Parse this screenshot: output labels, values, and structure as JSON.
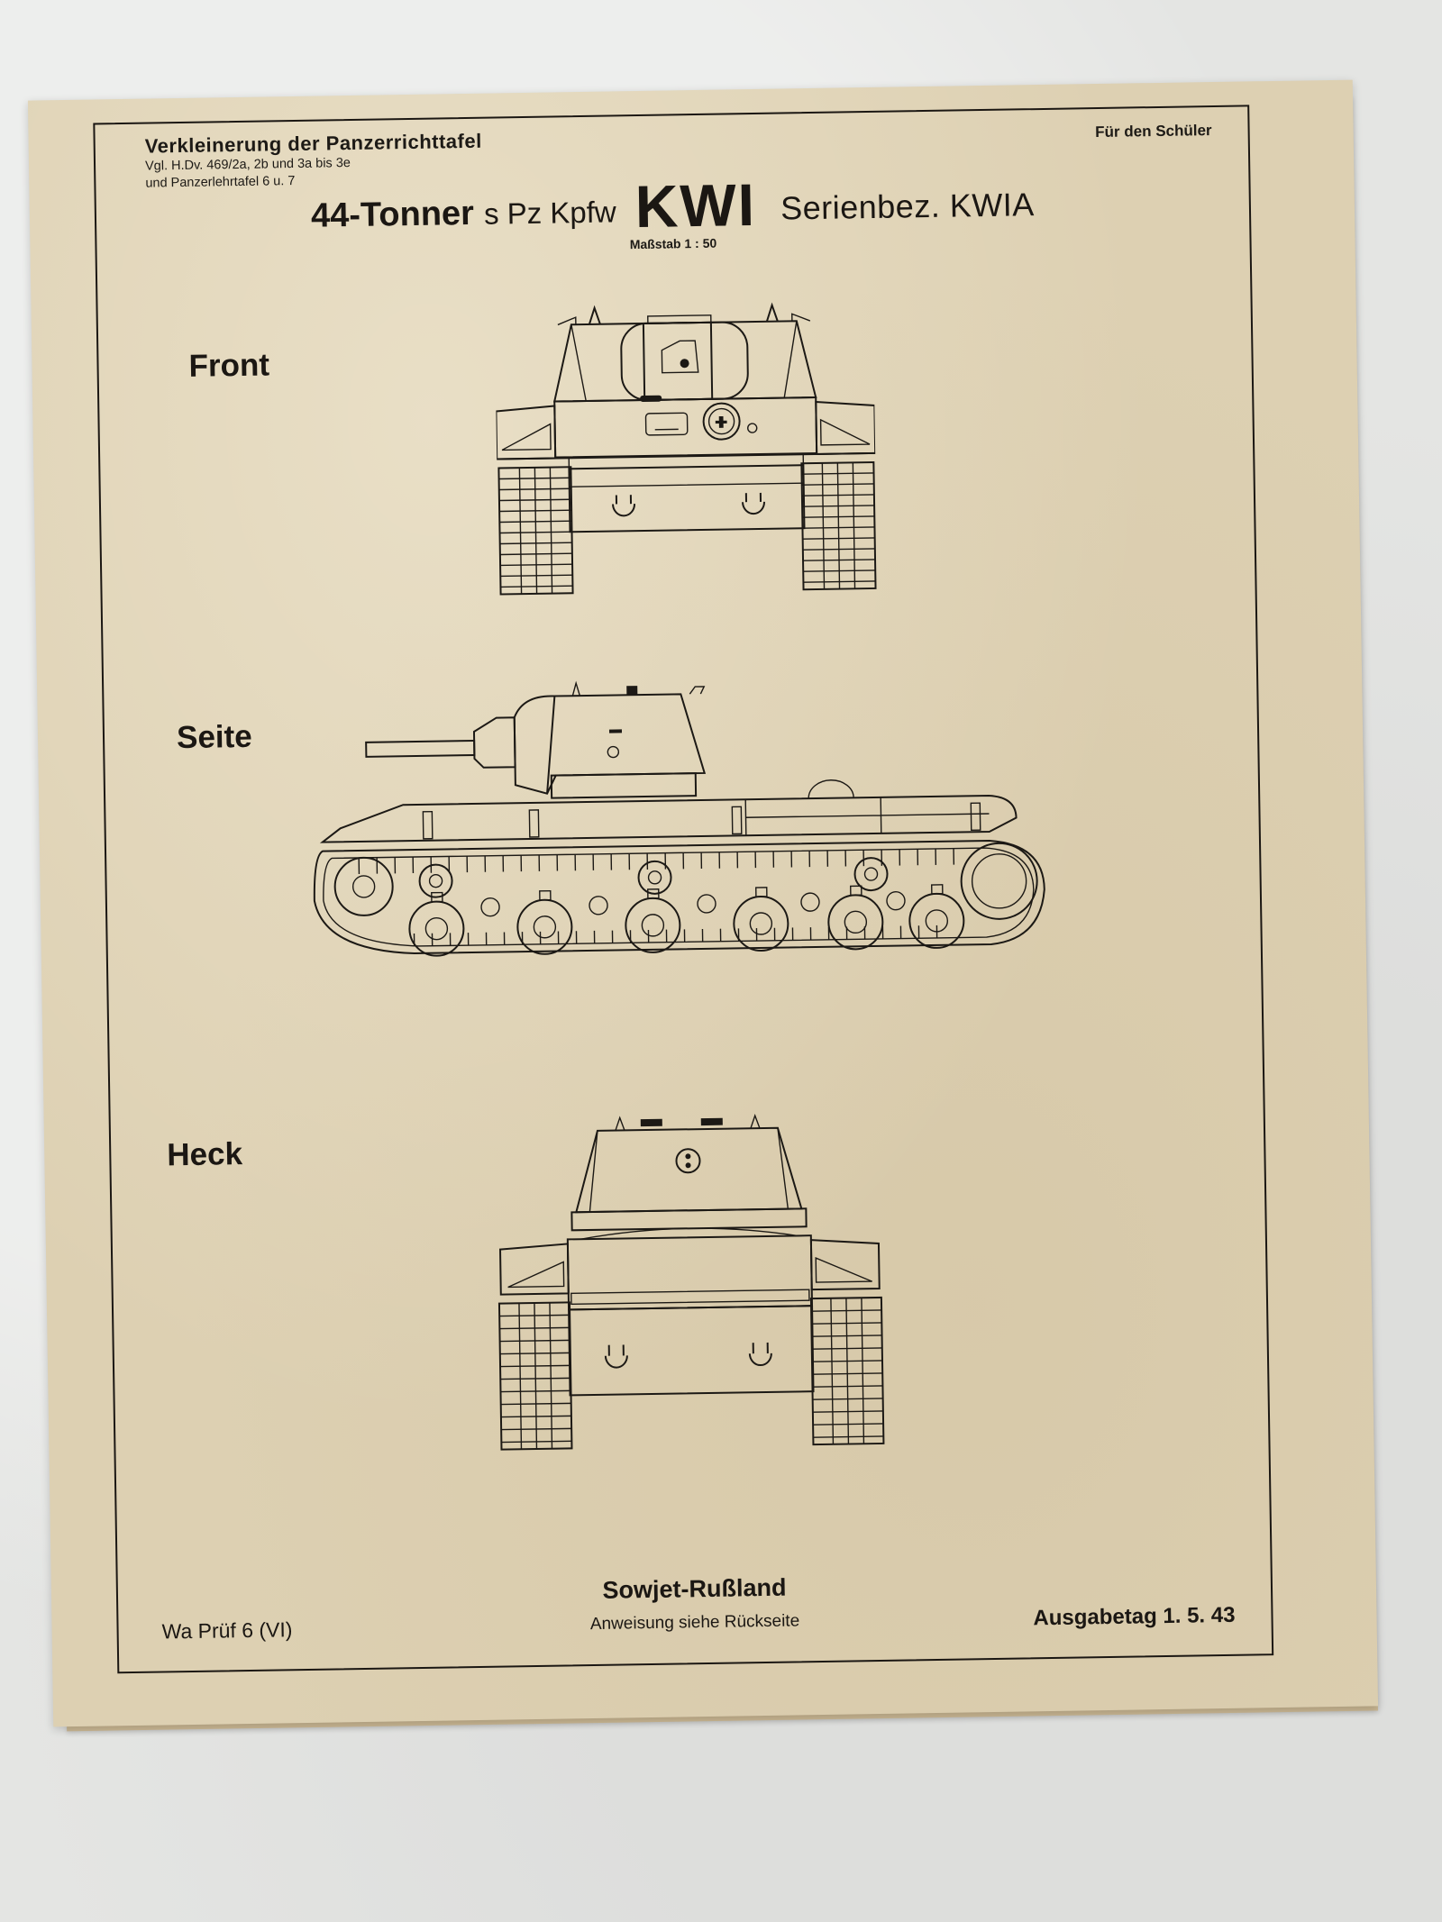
{
  "header": {
    "title": "Verkleinerung der Panzerrichttafel",
    "reference_line1": "Vgl. H.Dv. 469/2a, 2b und 3a bis 3e",
    "reference_line2": "und Panzerlehrtafel 6 u. 7",
    "audience": "Für den Schüler"
  },
  "title": {
    "weight_class": "44-Tonner",
    "designation": "s Pz Kpfw",
    "model": "KWI",
    "series": "Serienbez. KWIA",
    "scale": "Maßstab 1 : 50"
  },
  "views": [
    {
      "label": "Front",
      "icon": "tank-front-view-icon"
    },
    {
      "label": "Seite",
      "icon": "tank-side-view-icon"
    },
    {
      "label": "Heck",
      "icon": "tank-rear-view-icon"
    }
  ],
  "footer": {
    "country": "Sowjet-Rußland",
    "office": "Wa Prüf 6 (VI)",
    "instructions": "Anweisung siehe Rückseite",
    "issue_date": "Ausgabetag 1. 5. 43"
  },
  "colors": {
    "paper": "#ddd0b2",
    "ink": "#1b1713",
    "background": "#e4e5e3"
  }
}
